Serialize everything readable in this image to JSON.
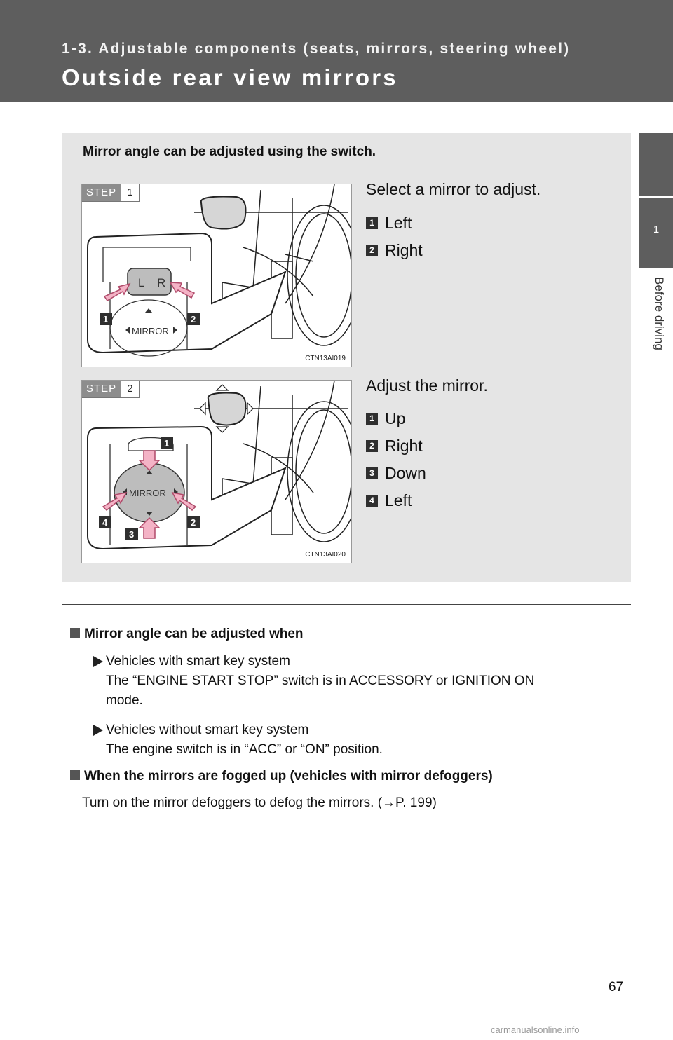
{
  "header": {
    "section": "1-3. Adjustable components (seats, mirrors, steering wheel)",
    "title": "Outside rear view mirrors"
  },
  "side_tab": {
    "chapter": "1",
    "label": "Before driving"
  },
  "panel": {
    "lead": "Mirror angle can be adjusted using the switch.",
    "step1": {
      "tag": "STEP",
      "number": "1",
      "figure_code": "CTN13AI019",
      "switch_labels": {
        "left": "L",
        "right": "R",
        "mirror": "MIRROR"
      },
      "callouts": [
        "1",
        "2"
      ],
      "instruction": "Select a mirror to adjust.",
      "items": [
        {
          "num": "1",
          "label": "Left"
        },
        {
          "num": "2",
          "label": "Right"
        }
      ]
    },
    "step2": {
      "tag": "STEP",
      "number": "2",
      "figure_code": "CTN13AI020",
      "switch_labels": {
        "mirror": "MIRROR"
      },
      "callouts": [
        "1",
        "2",
        "3",
        "4"
      ],
      "instruction": "Adjust the mirror.",
      "items": [
        {
          "num": "1",
          "label": "Up"
        },
        {
          "num": "2",
          "label": "Right"
        },
        {
          "num": "3",
          "label": "Down"
        },
        {
          "num": "4",
          "label": "Left"
        }
      ]
    }
  },
  "notes": {
    "heading1": "Mirror angle can be adjusted when",
    "bullet1_line1": "Vehicles with smart key system",
    "bullet1_line2": "The “ENGINE START STOP” switch is in ACCESSORY or IGNITION ON",
    "bullet1_line3": "mode.",
    "bullet2_line1": "Vehicles without smart key system",
    "bullet2_line2": "The engine switch is in “ACC” or “ON” position.",
    "heading2": "When the mirrors are fogged up (vehicles with mirror defoggers)",
    "body2": "Turn on the mirror defoggers to defog the mirrors. (→P. 199)"
  },
  "page_number": "67",
  "watermark": "carmanualsonline.info"
}
